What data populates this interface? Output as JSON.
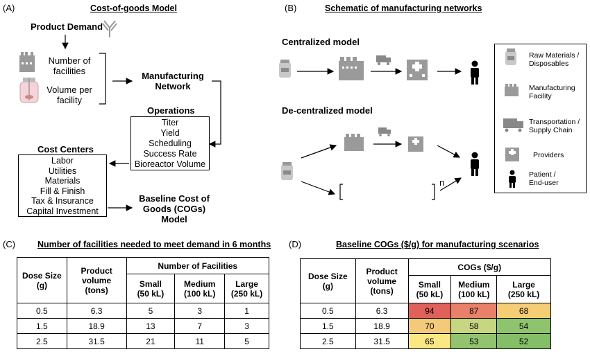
{
  "panelA": {
    "label": "(A)",
    "title": "Cost-of-goods Model",
    "product_demand": "Product Demand",
    "number_of_facilities_line1": "Number of",
    "number_of_facilities_line2": "facilities",
    "volume_line1": "Volume per",
    "volume_line2": "facility",
    "mfg_network_line1": "Manufacturing",
    "mfg_network_line2": "Network",
    "operations_title": "Operations",
    "operations_items": [
      "Titer",
      "Yield",
      "Scheduling",
      "Success Rate",
      "Bioreactor Volume"
    ],
    "cost_centers_title": "Cost Centers",
    "cost_centers_items": [
      "Labor",
      "Utilities",
      "Materials",
      "Fill & Finish",
      "Tax & Insurance",
      "Capital Investment"
    ],
    "baseline_line1": "Baseline Cost of",
    "baseline_line2": "Goods (COGs)",
    "baseline_line3": "Model"
  },
  "panelB": {
    "label": "(B)",
    "title": "Schematic of manufacturing networks",
    "centralized": "Centralized model",
    "decentralized": "De-centralized model",
    "n_label": "n",
    "legend": {
      "raw_line1": "Raw Materials /",
      "raw_line2": "Disposables",
      "mfg_line1": "Manufacturing",
      "mfg_line2": "Facility",
      "trans_line1": "Transportation /",
      "trans_line2": "Supply Chain",
      "providers": "Providers",
      "patient_line1": "Patient /",
      "patient_line2": "End-user"
    }
  },
  "panelC": {
    "label": "(C)",
    "title": "Number of facilities needed to meet demand in 6 months",
    "header": {
      "dose_line1": "Dose Size",
      "dose_line2": "(g)",
      "product_line1": "Product",
      "product_line2": "volume",
      "product_line3": "(tons)",
      "group": "Number of Facilities",
      "small_line1": "Small",
      "small_line2": "(50 kL)",
      "medium_line1": "Medium",
      "medium_line2": "(100 kL)",
      "large_line1": "Large",
      "large_line2": "(250 kL)"
    },
    "rows": [
      {
        "dose": "0.5",
        "volume": "6.3",
        "small": "5",
        "medium": "3",
        "large": "1"
      },
      {
        "dose": "1.5",
        "volume": "18.9",
        "small": "13",
        "medium": "7",
        "large": "3"
      },
      {
        "dose": "2.5",
        "volume": "31.5",
        "small": "21",
        "medium": "11",
        "large": "5"
      }
    ]
  },
  "panelD": {
    "label": "(D)",
    "title": "Baseline COGs ($/g) for manufacturing scenarios",
    "header": {
      "dose_line1": "Dose Size",
      "dose_line2": "(g)",
      "product_line1": "Product",
      "product_line2": "volume",
      "product_line3": "(tons)",
      "group": "COGs ($/g)",
      "small_line1": "Small",
      "small_line2": "(50 kL)",
      "medium_line1": "Medium",
      "medium_line2": "(100 kL)",
      "large_line1": "Large",
      "large_line2": "(250 kL)"
    },
    "rows": [
      {
        "dose": "0.5",
        "volume": "6.3",
        "small": "94",
        "medium": "87",
        "large": "68"
      },
      {
        "dose": "1.5",
        "volume": "18.9",
        "small": "70",
        "medium": "58",
        "large": "54"
      },
      {
        "dose": "2.5",
        "volume": "31.5",
        "small": "65",
        "medium": "53",
        "large": "52"
      }
    ],
    "heat_colors": {
      "94": "#e0605a",
      "87": "#e8806a",
      "68": "#f5cd74",
      "70": "#f3c97a",
      "58": "#c7d680",
      "54": "#8ec46e",
      "65": "#fbe884",
      "53": "#92c46f",
      "52": "#84bf68"
    }
  }
}
